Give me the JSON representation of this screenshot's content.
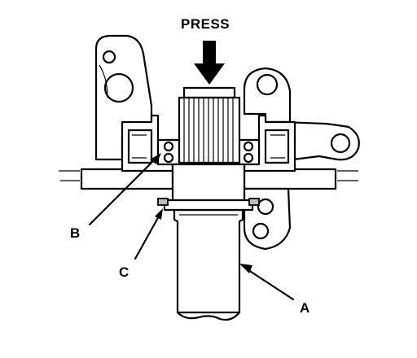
{
  "diagram": {
    "press_label": "PRESS",
    "labels": {
      "a": "A",
      "b": "B",
      "c": "C"
    }
  },
  "colors": {
    "ink": "#000000",
    "background": "#ffffff",
    "shade": "#bdbdbd"
  }
}
